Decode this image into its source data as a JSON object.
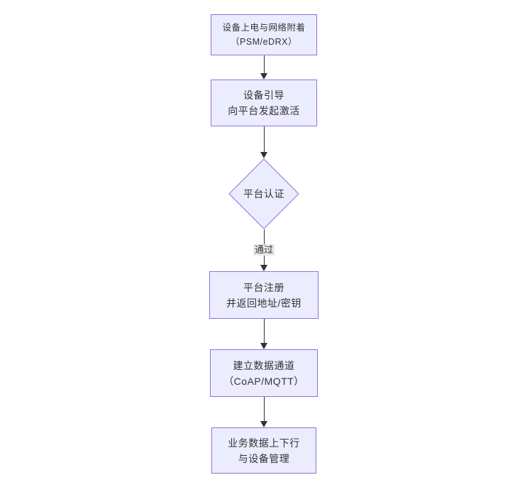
{
  "diagram": {
    "type": "flowchart",
    "direction": "top-down",
    "colors": {
      "background": "#ffffff",
      "node_fill": "#ECECFF",
      "node_border": "#9370DB",
      "text": "#333333",
      "edge": "#333333",
      "edge_label_bg": "#e8e8e8"
    },
    "nodes": [
      {
        "id": "power-attach",
        "shape": "rect",
        "lines": [
          "设备上电与网络附着",
          "（PSM/eDRX）"
        ]
      },
      {
        "id": "bootstrap",
        "shape": "rect",
        "lines": [
          "设备引导",
          "向平台发起激活"
        ]
      },
      {
        "id": "platform-auth",
        "shape": "diamond",
        "lines": [
          "平台认证"
        ]
      },
      {
        "id": "platform-register",
        "shape": "rect",
        "lines": [
          "平台注册",
          "并返回地址/密钥"
        ]
      },
      {
        "id": "data-channel",
        "shape": "rect",
        "lines": [
          "建立数据通道",
          "（CoAP/MQTT）"
        ]
      },
      {
        "id": "business-data",
        "shape": "rect",
        "lines": [
          "业务数据上下行",
          "与设备管理"
        ]
      }
    ],
    "edges": [
      {
        "from": "power-attach",
        "to": "bootstrap",
        "label": ""
      },
      {
        "from": "bootstrap",
        "to": "platform-auth",
        "label": ""
      },
      {
        "from": "platform-auth",
        "to": "platform-register",
        "label": "通过"
      },
      {
        "from": "platform-register",
        "to": "data-channel",
        "label": ""
      },
      {
        "from": "data-channel",
        "to": "business-data",
        "label": ""
      }
    ]
  }
}
